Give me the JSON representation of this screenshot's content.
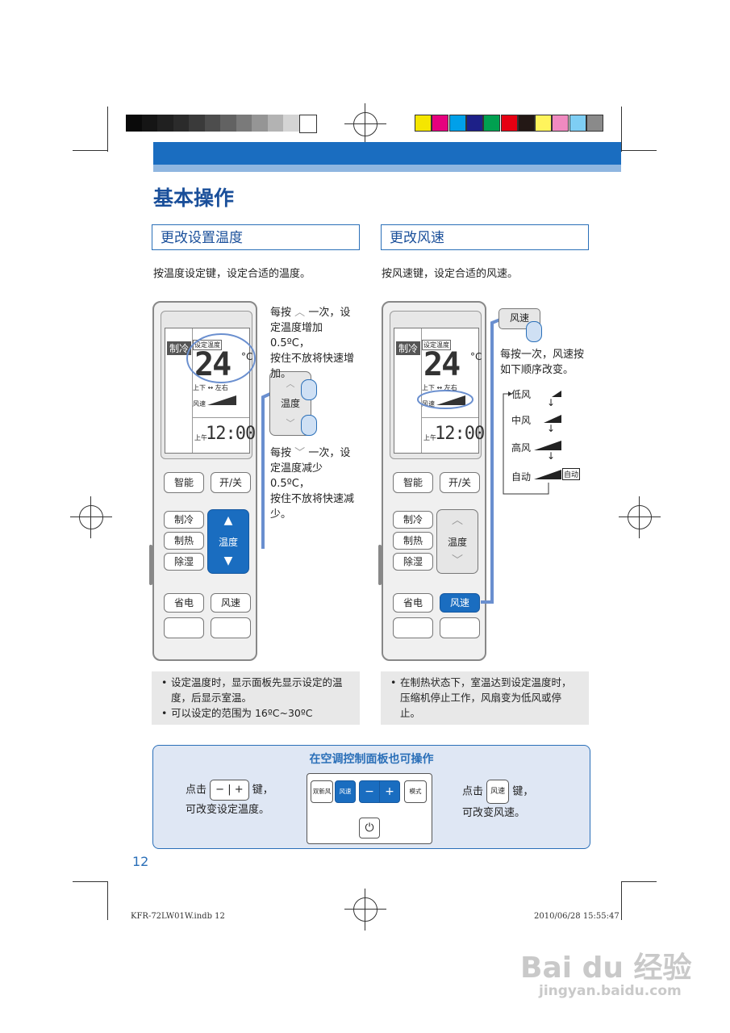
{
  "colors": {
    "accent": "#1a6dc0",
    "accent_light": "#8fb6e0",
    "panel_bg": "#dfe7f4",
    "note_bg": "#e8e8e8"
  },
  "grayscale_swatches": [
    "#0a0a0a",
    "#151515",
    "#202020",
    "#2b2b2b",
    "#3a3a3a",
    "#4d4d4d",
    "#626262",
    "#7a7a7a",
    "#959595",
    "#b3b3b3",
    "#d4d4d4",
    "#ffffff"
  ],
  "color_swatches": [
    "#f5e600",
    "#e6007e",
    "#00a0e9",
    "#1d2088",
    "#00a050",
    "#e60012",
    "#231815",
    "#fff45c",
    "#f08ac0",
    "#7ecef4",
    "#8a8a8a"
  ],
  "page": {
    "title": "基本操作",
    "number": "12"
  },
  "left": {
    "section": "更改设置温度",
    "instruction": "按温度设定键，设定合适的温度。",
    "desc_up": [
      "每按",
      "一次，设",
      "定温度增加 0.5ºC，",
      "按住不放将快速增",
      "加。"
    ],
    "desc_down": [
      "每按",
      "一次，设",
      "定温度减少 0.5ºC，",
      "按住不放将快速减",
      "少。"
    ],
    "callout_label": "温度",
    "notes": [
      "设定温度时，显示面板先显示设定的温度，后显示室温。",
      "可以设定的范围为 16ºC~30ºC"
    ]
  },
  "right": {
    "section": "更改风速",
    "instruction": "按风速键，设定合适的风速。",
    "callout_label": "风速",
    "desc": [
      "每按一次，风速按",
      "如下顺序改变。"
    ],
    "speeds": [
      "低风",
      "中风",
      "高风",
      "自动"
    ],
    "auto_badge": "自动",
    "notes": [
      "在制热状态下，室温达到设定温度时，压缩机停止工作，风扇变为低风或停止。"
    ]
  },
  "remote": {
    "mode": "制冷",
    "set_label": "设定温度",
    "temp": "24",
    "unit": "C",
    "swing": "上下",
    "swing2": "左右",
    "fan_label": "风速",
    "ampm": "上午",
    "clock": "12:00",
    "btn_smart": "智能",
    "btn_power": "开/关",
    "btn_cool": "制冷",
    "btn_heat": "制热",
    "btn_dry": "除湿",
    "btn_temp": "温度",
    "btn_save": "省电",
    "btn_fan": "风速"
  },
  "panel": {
    "title": "在空调控制面板也可操作",
    "left_text1": "点击",
    "left_key_minus": "−",
    "left_key_plus": "+",
    "left_text2": "键，",
    "left_text3": "可改变设定温度。",
    "right_text1": "点击",
    "right_key": "风速",
    "right_text2": "键，",
    "right_text3": "可改变风速。",
    "keys": [
      "双新风",
      "风速",
      "−",
      "+",
      "模式"
    ]
  },
  "footer": {
    "file": "KFR-72LW01W.indb   12",
    "date": "2010/06/28   15:55:47"
  },
  "watermark": {
    "brand": "Bai du 经验",
    "url": "jingyan.baidu.com"
  }
}
